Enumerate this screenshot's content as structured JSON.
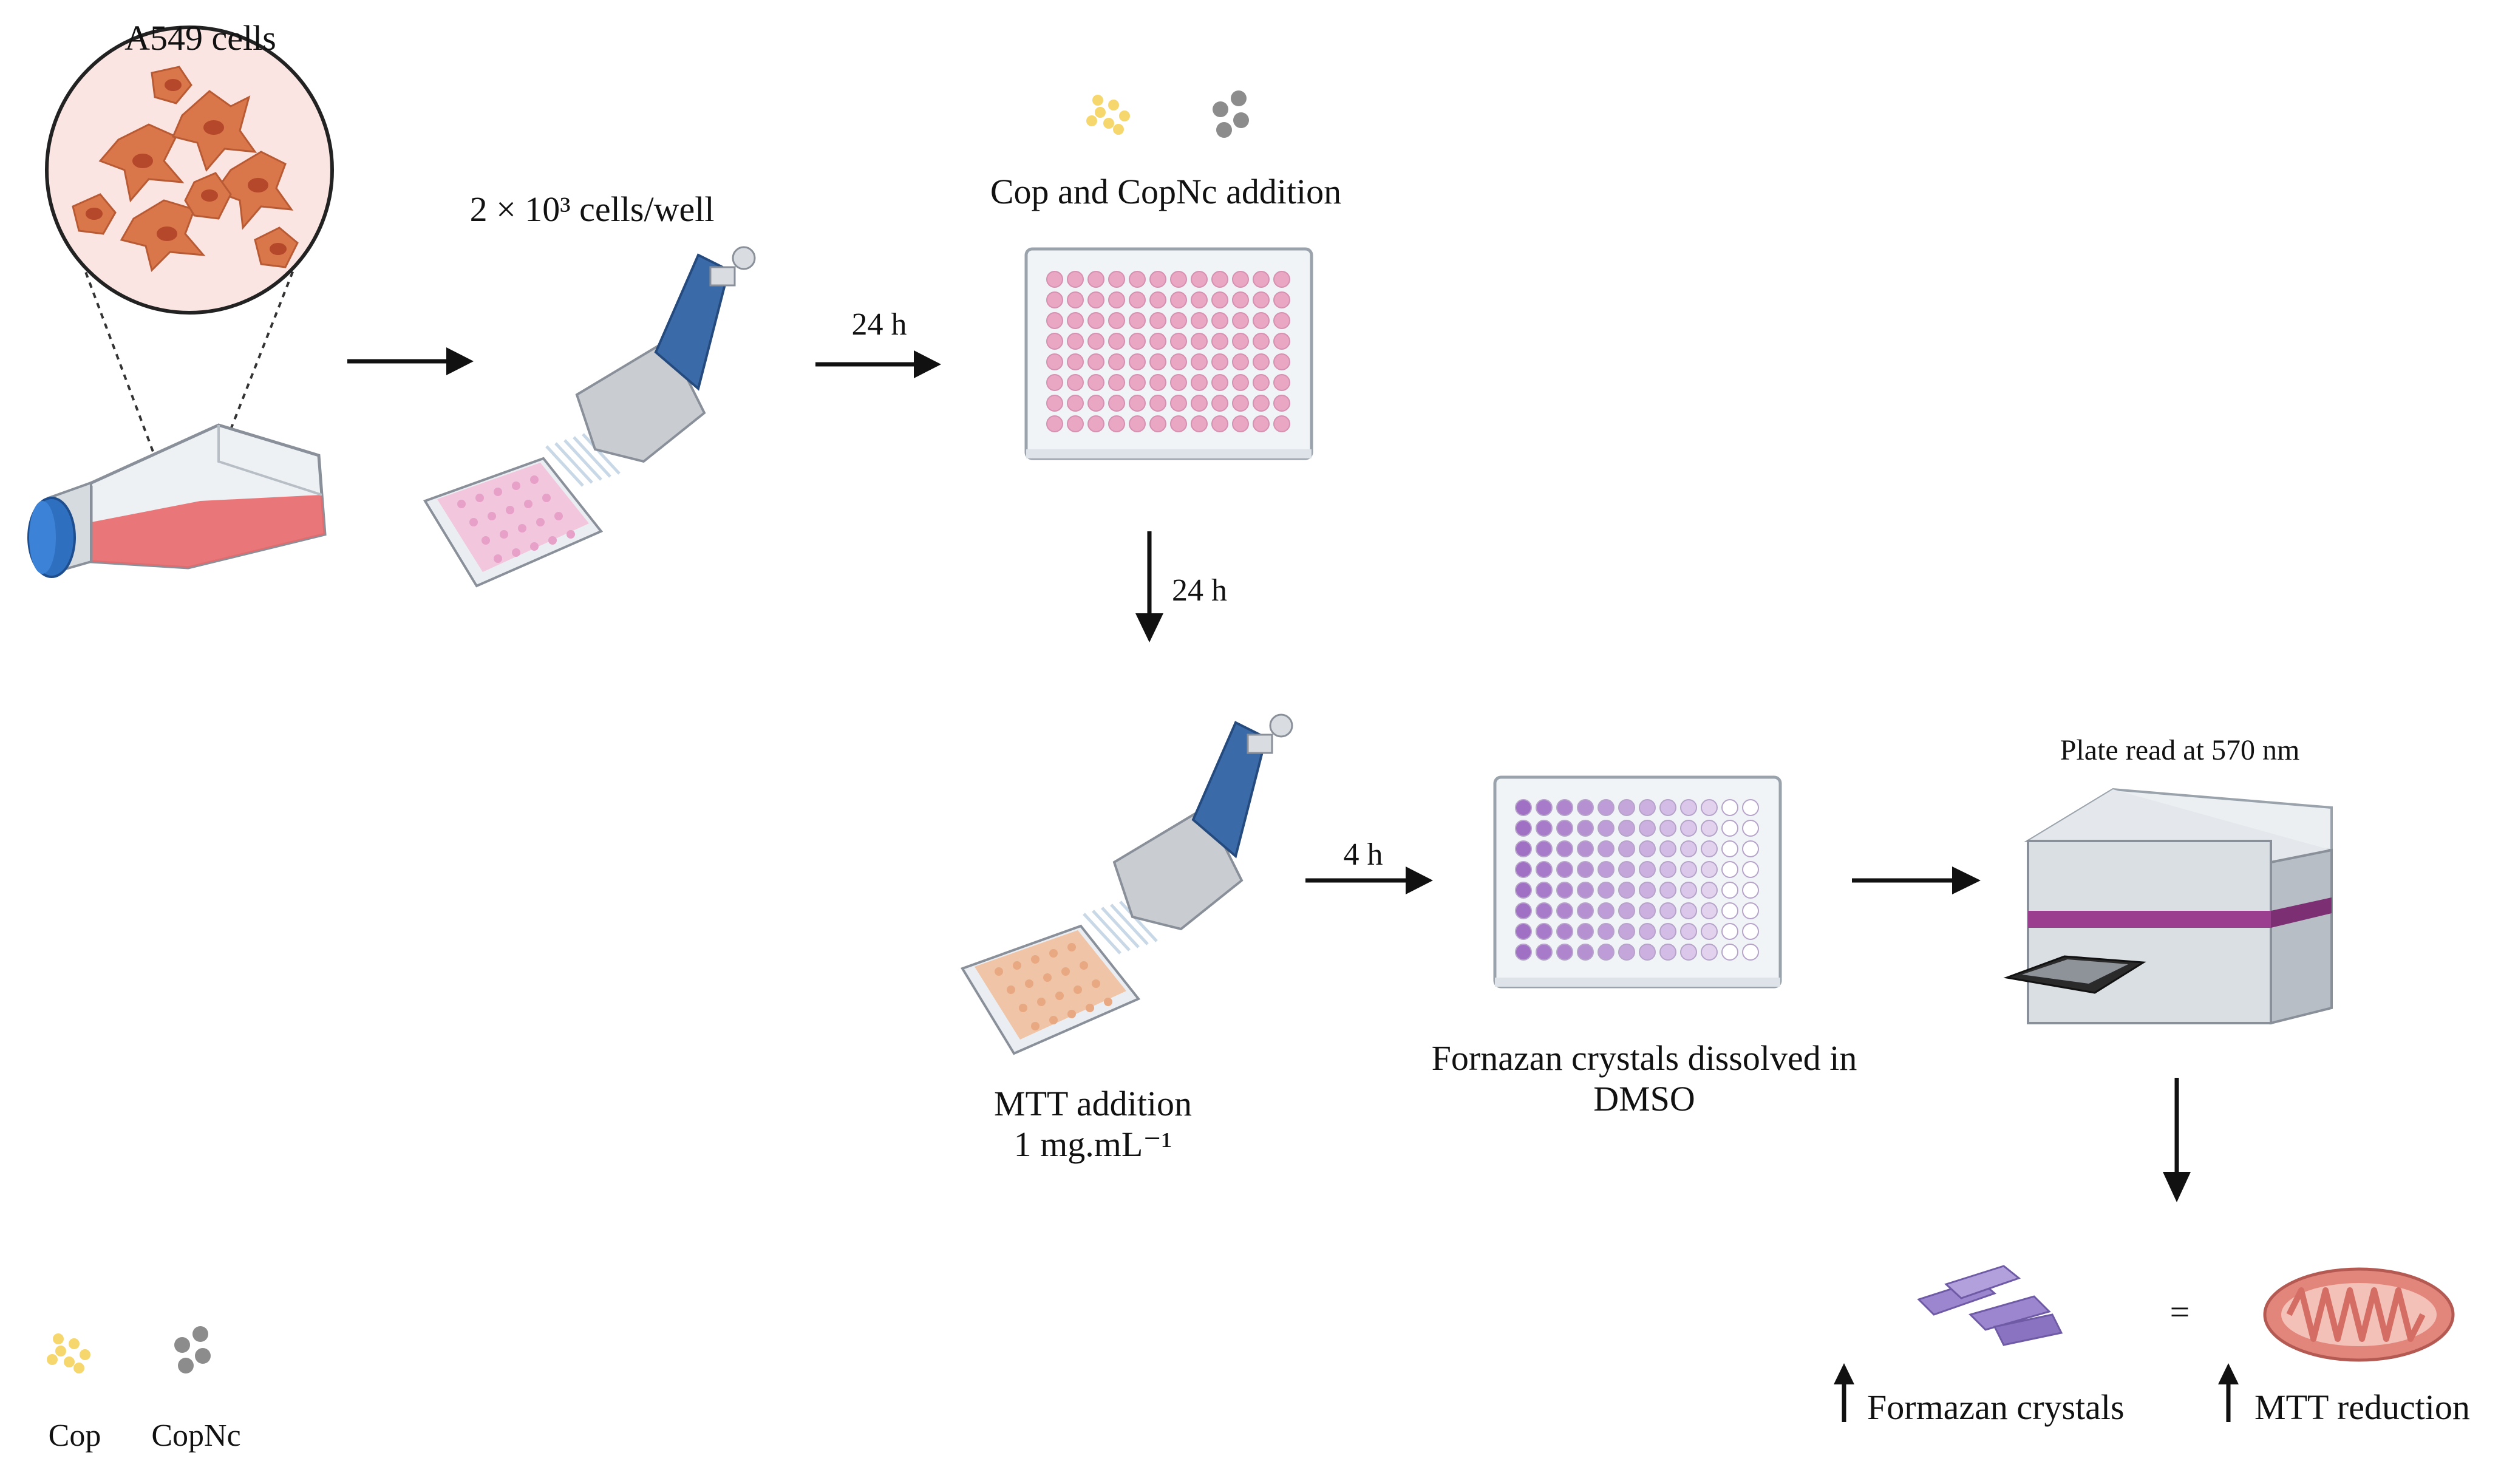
{
  "labels": {
    "cells": "A549 cells",
    "seeding": "2 × 10³ cells/well",
    "time_1": "24 h",
    "treatment": "Cop and CopNc addition",
    "time_2": "24 h",
    "mtt_line1": "MTT addition",
    "mtt_line2": "1 mg.mL⁻¹",
    "time_3": "4 h",
    "dissolve": "Fornazan crystals dissolved in DMSO",
    "plate_read": "Plate read at 570 nm",
    "equals": "=",
    "formazan_result": "Formazan crystals",
    "mtt_result": "MTT reduction",
    "legend_cop": "Cop",
    "legend_copnc": "CopNc"
  },
  "colors": {
    "cop": "#f5d76e",
    "copnc": "#8c8c8c",
    "culture_medium": "#e8696c",
    "cell": "#d9764a",
    "treatment_wells": "#e9a7c3",
    "mtt_wells": "#e8a882",
    "formazan_dark": "#a070c4",
    "formazan_light": "#e2d2ee",
    "crystals": "#9b86cf",
    "mitochondrion": "#e2867c",
    "reader_stripe": "#9b3e8f",
    "pipette_handle": "#3b6aa8"
  },
  "icons": [
    "cell-culture-flask-icon",
    "multichannel-pipette-icon",
    "well-plate-icon",
    "plate-reader-icon",
    "formazan-crystals-icon",
    "mitochondrion-icon",
    "up-arrow-icon"
  ]
}
